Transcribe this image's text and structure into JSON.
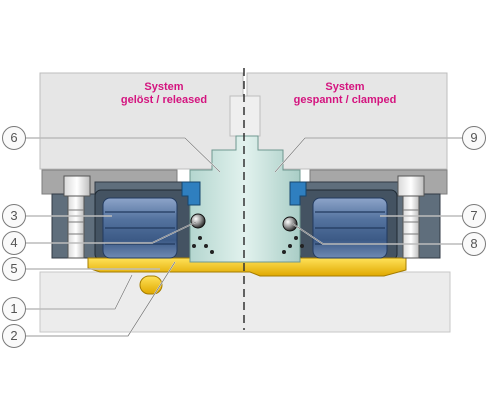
{
  "header_left": {
    "line1": "System",
    "line2": "gelöst / released"
  },
  "header_right": {
    "line1": "System",
    "line2": "gespannt / clamped"
  },
  "callouts": [
    "6",
    "3",
    "4",
    "5",
    "1",
    "2",
    "9",
    "7",
    "8"
  ],
  "colors": {
    "accent_text": "#d4147f",
    "piston_blue": "#43659d",
    "housing_yellow": "#f4c300",
    "body_gray": "#5a6a7a",
    "seal_blue": "#2a7ab8"
  }
}
